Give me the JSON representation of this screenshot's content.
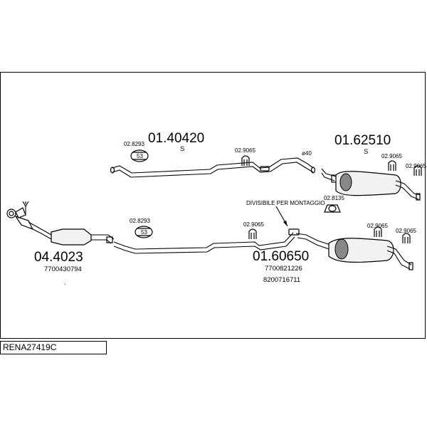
{
  "diagram": {
    "code": "RENA27419C",
    "parts": {
      "p1": {
        "number": "01.40420",
        "tag": "S"
      },
      "p2": {
        "number": "01.62510",
        "tag": "S"
      },
      "p3": {
        "number": "04.4023",
        "ref1": "7700430794"
      },
      "p4": {
        "number": "01.60650",
        "ref1": "7700821226",
        "ref2": "8200716711"
      }
    },
    "accessories": {
      "clamp_8293": "02.8293",
      "hanger_9065": "02.9065",
      "mount_8135": "02.8135"
    },
    "diameter_label": "ø40",
    "note": "DIVISIBILE PER MONTAGGIO",
    "dot": "."
  }
}
